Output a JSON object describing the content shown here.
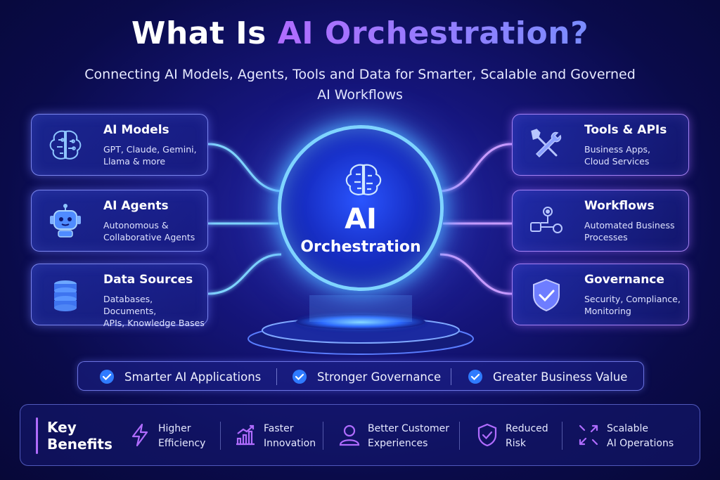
{
  "title": {
    "main": "What Is ",
    "accent": "AI Orchestration?"
  },
  "subtitle": "Connecting AI Models, Agents, Tools and Data for Smarter, Scalable and Governed AI Workflows",
  "hub": {
    "line1": "AI",
    "line2": "Orchestration",
    "icon": "brain-icon"
  },
  "left_cards": [
    {
      "title": "AI Models",
      "desc_l1": "GPT, Claude, Gemini,",
      "desc_l2": "Llama & more",
      "icon": "brain-icon"
    },
    {
      "title": "AI Agents",
      "desc_l1": "Autonomous &",
      "desc_l2": "Collaborative Agents",
      "icon": "robot-icon"
    },
    {
      "title": "Data Sources",
      "desc_l1": "Databases, Documents,",
      "desc_l2": "APIs, Knowledge Bases",
      "icon": "database-icon"
    }
  ],
  "right_cards": [
    {
      "title": "Tools & APIs",
      "desc_l1": "Business Apps,",
      "desc_l2": "Cloud Services",
      "icon": "tools-icon"
    },
    {
      "title": "Workflows",
      "desc_l1": "Automated Business",
      "desc_l2": "Processes",
      "icon": "workflow-icon"
    },
    {
      "title": "Governance",
      "desc_l1": "Security, Compliance,",
      "desc_l2": "Monitoring",
      "icon": "shield-check-icon"
    }
  ],
  "outcomes": [
    "Smarter AI Applications",
    "Stronger Governance",
    "Greater Business Value"
  ],
  "benefits": {
    "heading_l1": "Key",
    "heading_l2": "Benefits",
    "items": [
      {
        "l1": "Higher",
        "l2": "Efficiency",
        "icon": "lightning-icon"
      },
      {
        "l1": "Faster",
        "l2": "Innovation",
        "icon": "growth-chart-icon"
      },
      {
        "l1": "Better Customer",
        "l2": "Experiences",
        "icon": "user-icon"
      },
      {
        "l1": "Reduced",
        "l2": "Risk",
        "icon": "shield-check-icon"
      },
      {
        "l1": "Scalable",
        "l2": "AI Operations",
        "icon": "expand-arrows-icon"
      }
    ]
  },
  "colors": {
    "accent_purple": "#b06cff",
    "accent_cyan": "#7fd4ff",
    "background": "#0a0b4a"
  }
}
